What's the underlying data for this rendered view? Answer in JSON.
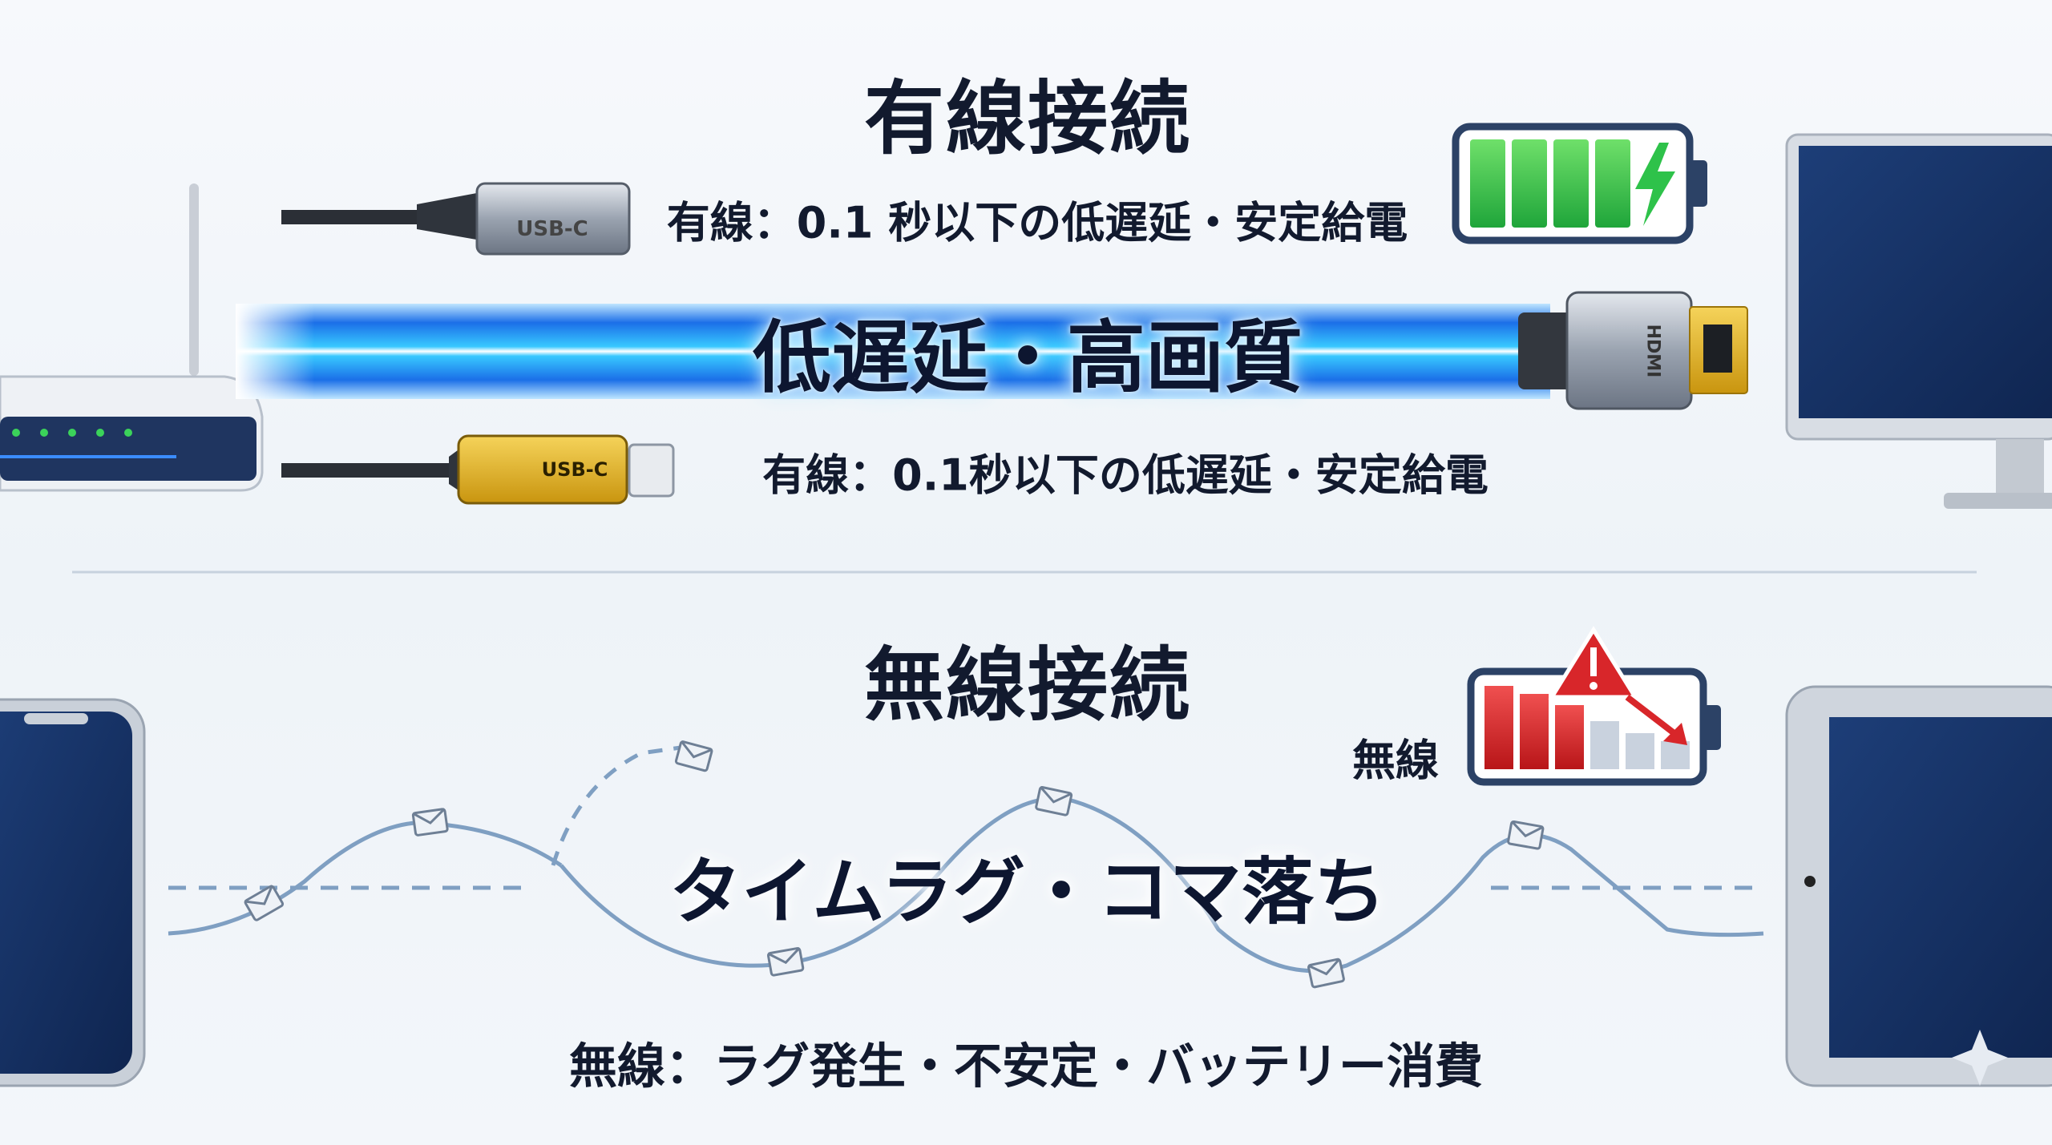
{
  "wired": {
    "title": "有線接続",
    "usb_c_line": "有線：0.1 秒以下の低遅延・安定給電",
    "beam_label": "低遅延・高画質",
    "lightning_line": "有線：0.1秒以下の低遅延・安定給電",
    "usb_c_plug_label": "USB-C",
    "hdmi_label": "HDMI",
    "battery_level": 1.0
  },
  "wireless": {
    "title": "無線接続",
    "battery_label": "無線",
    "lag_label": "タイムラグ・コマ落ち",
    "summary_line": "無線：ラグ発生・不安定・バッテリー消費",
    "battery_level": 0.5
  },
  "colors": {
    "beam": "#1a7ff0",
    "battery_green": "#2fc247",
    "battery_red": "#d8262a",
    "device_screen": "#133062",
    "wave": "#7f9fc2"
  }
}
